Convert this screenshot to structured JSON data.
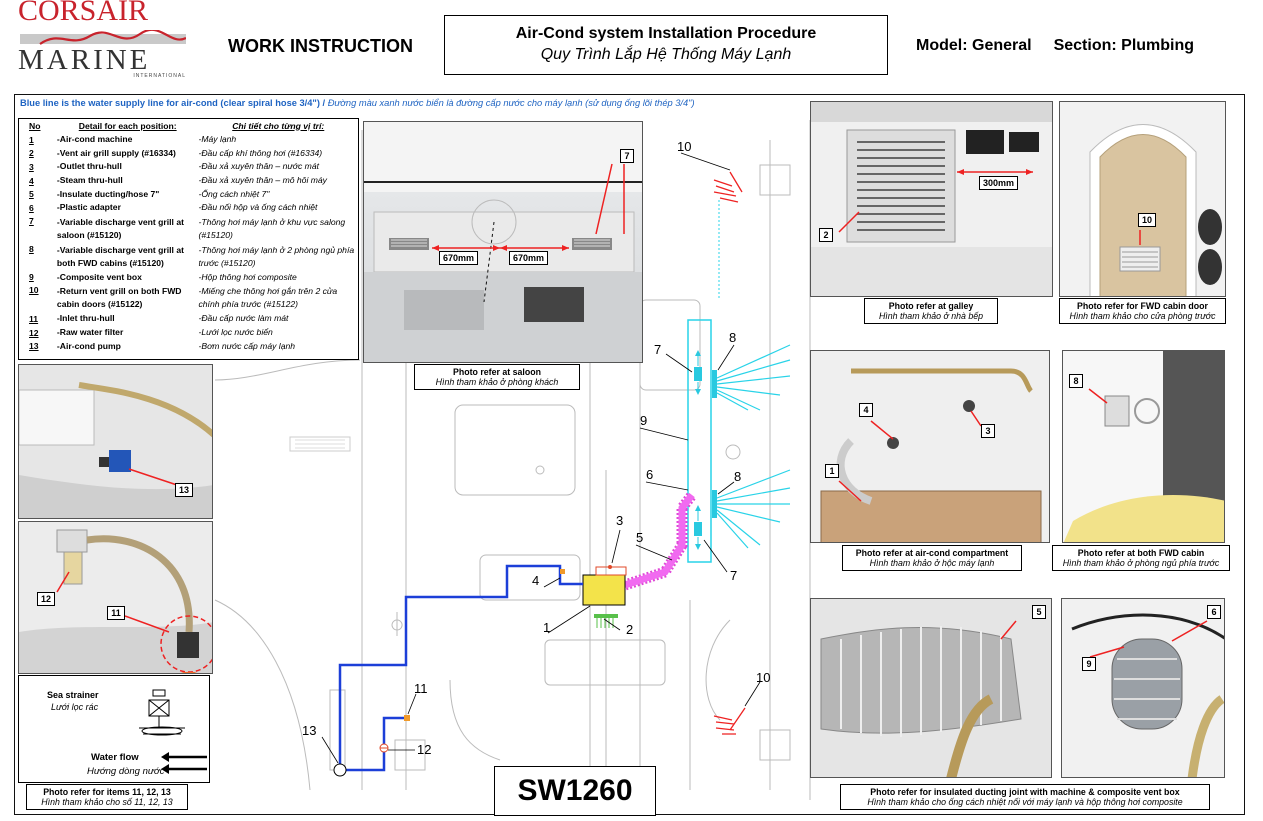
{
  "header": {
    "logo_top": "CORSAIR",
    "logo_bottom": "MARINE",
    "logo_sub": "INTERNATIONAL",
    "work_instruction": "WORK INSTRUCTION",
    "title_en": "Air-Cond system Installation Procedure",
    "title_vi": "Quy Trình Lắp Hệ Thống Máy Lạnh",
    "model": "Model:  General",
    "section": "Section: Plumbing"
  },
  "note": {
    "en": "Blue line is the water supply line for air-cond (clear spiral hose 3/4\") / ",
    "vi": "Đường màu xanh nước biển là đường cấp nước cho máy lạnh (sử dụng ống lõi thép 3/4\")"
  },
  "legend": {
    "col_no": "No",
    "col_detail": "Detail for each position:",
    "col_vi": "Chi tiết cho từng vị trí:",
    "rows": [
      {
        "no": "1",
        "en": "-Air-cond machine",
        "vi": "-Máy lạnh"
      },
      {
        "no": "2",
        "en": "-Vent air grill supply (#16334)",
        "vi": "-Đầu cấp khí thông hơi (#16334)"
      },
      {
        "no": "3",
        "en": "-Outlet thru-hull",
        "vi": "-Đầu xả xuyên thân – nước mát"
      },
      {
        "no": "4",
        "en": "-Steam thru-hull",
        "vi": "-Đầu xả xuyên thân – mô hôi máy"
      },
      {
        "no": "5",
        "en": "-Insulate ducting/hose 7\"",
        "vi": "-Ống cách nhiệt 7\""
      },
      {
        "no": "6",
        "en": "-Plastic adapter",
        "vi": "-Đầu nối hộp và ống cách nhiệt"
      },
      {
        "no": "7",
        "en": "-Variable discharge vent grill at saloon (#15120)",
        "vi": "-Thông hơi máy lạnh ở khu vực salong (#15120)"
      },
      {
        "no": "8",
        "en": "-Variable discharge vent grill at both FWD cabins (#15120)",
        "vi": "-Thông hơi máy lạnh ở 2 phòng ngủ phía trước (#15120)"
      },
      {
        "no": "9",
        "en": "-Composite vent box",
        "vi": "-Hộp thông hơi composite"
      },
      {
        "no": "10",
        "en": "-Return vent grill on both FWD cabin doors (#15122)",
        "vi": "-Miếng che thông hơi gắn trên 2 cửa chính phía trước (#15122)"
      },
      {
        "no": "11",
        "en": "-Inlet thru-hull",
        "vi": "-Đầu cấp nước làm mát"
      },
      {
        "no": "12",
        "en": "-Raw water filter",
        "vi": "-Lưới lọc nước biển"
      },
      {
        "no": "13",
        "en": "-Air-cond pump",
        "vi": "-Bơm nước cấp máy lạnh"
      }
    ]
  },
  "captions": {
    "saloon_en": "Photo refer at saloon",
    "saloon_vi": "Hình tham khảo ở phòng khách",
    "galley_en": "Photo refer at galley",
    "galley_vi": "Hình tham khảo ở nhà bếp",
    "door_en": "Photo refer for FWD cabin door",
    "door_vi": "Hình tham khảo cho cửa phòng trước",
    "aircond_en": "Photo refer at air-cond compartment",
    "aircond_vi": "Hình tham khảo ở hộc máy lạnh",
    "cabin_en": "Photo refer at both FWD cabin",
    "cabin_vi": "Hình tham khảo ở phòng ngủ phía trước",
    "items_en": "Photo refer for items 11, 12, 13",
    "items_vi": "Hình tham khảo cho số 11, 12, 13",
    "duct_en": "Photo refer for insulated ducting joint with machine & composite vent box",
    "duct_vi": "Hình tham khảo cho ống cách nhiệt nối với máy lạnh và hộp thông hơi composite"
  },
  "dims": {
    "d670a": "670mm",
    "d670b": "670mm",
    "d300": "300mm"
  },
  "sea": {
    "label": "Sea strainer",
    "label_vi": "Lưới lọc rác",
    "flow": "Water flow",
    "flow_vi": "Hướng dòng nước"
  },
  "tags": {
    "t1": "1",
    "t2": "2",
    "t3": "3",
    "t4": "4",
    "t5": "5",
    "t6": "6",
    "t7": "7",
    "t8": "8",
    "t9": "9",
    "t10": "10",
    "t11": "11",
    "t12": "12",
    "t13": "13"
  },
  "code": "SW1260"
}
